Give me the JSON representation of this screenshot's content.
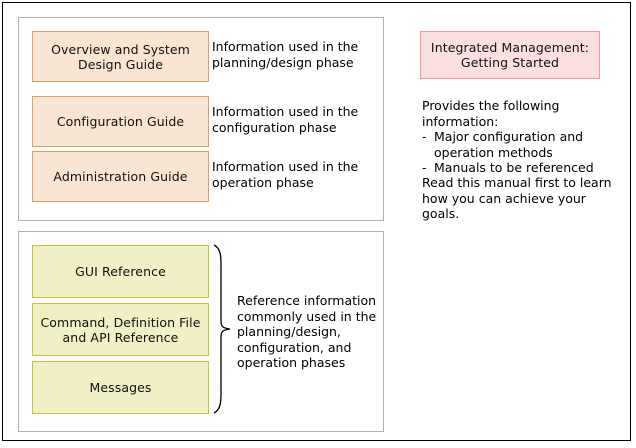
{
  "diagram": {
    "panels": {
      "guides": {
        "rows": [
          {
            "box_label": "Overview and System Design Guide",
            "description": "Information used in the planning/design phase"
          },
          {
            "box_label": "Configuration Guide",
            "description": "Information used in the configuration phase"
          },
          {
            "box_label": "Administration Guide",
            "description": "Information used in the operation phase"
          }
        ]
      },
      "references": {
        "boxes": [
          {
            "label": "GUI Reference"
          },
          {
            "label": "Command, Definition File and API Reference"
          },
          {
            "label": "Messages"
          }
        ],
        "grouped_description": "Reference information commonly used in the planning/design, configuration, and operation phases"
      }
    },
    "right_column": {
      "title_box": "Integrated Management: Getting Started",
      "intro": "Provides the following information:",
      "bullets": [
        {
          "mark": "-",
          "text": "Major configuration and operation methods"
        },
        {
          "mark": "-",
          "text": "Manuals to be referenced"
        }
      ],
      "closing": "Read this manual first to learn how you can achieve your goals."
    },
    "colors": {
      "orange_fill": "#fae5d3",
      "orange_border": "#d9a06a",
      "yellow_fill": "#f0f0c4",
      "yellow_border": "#c5c53c",
      "pink_fill": "#fcdfe1",
      "pink_border": "#f09aa2",
      "panel_border": "#b0b0b0",
      "outer_border": "#000000",
      "text": "#000000",
      "background": "#ffffff"
    }
  }
}
